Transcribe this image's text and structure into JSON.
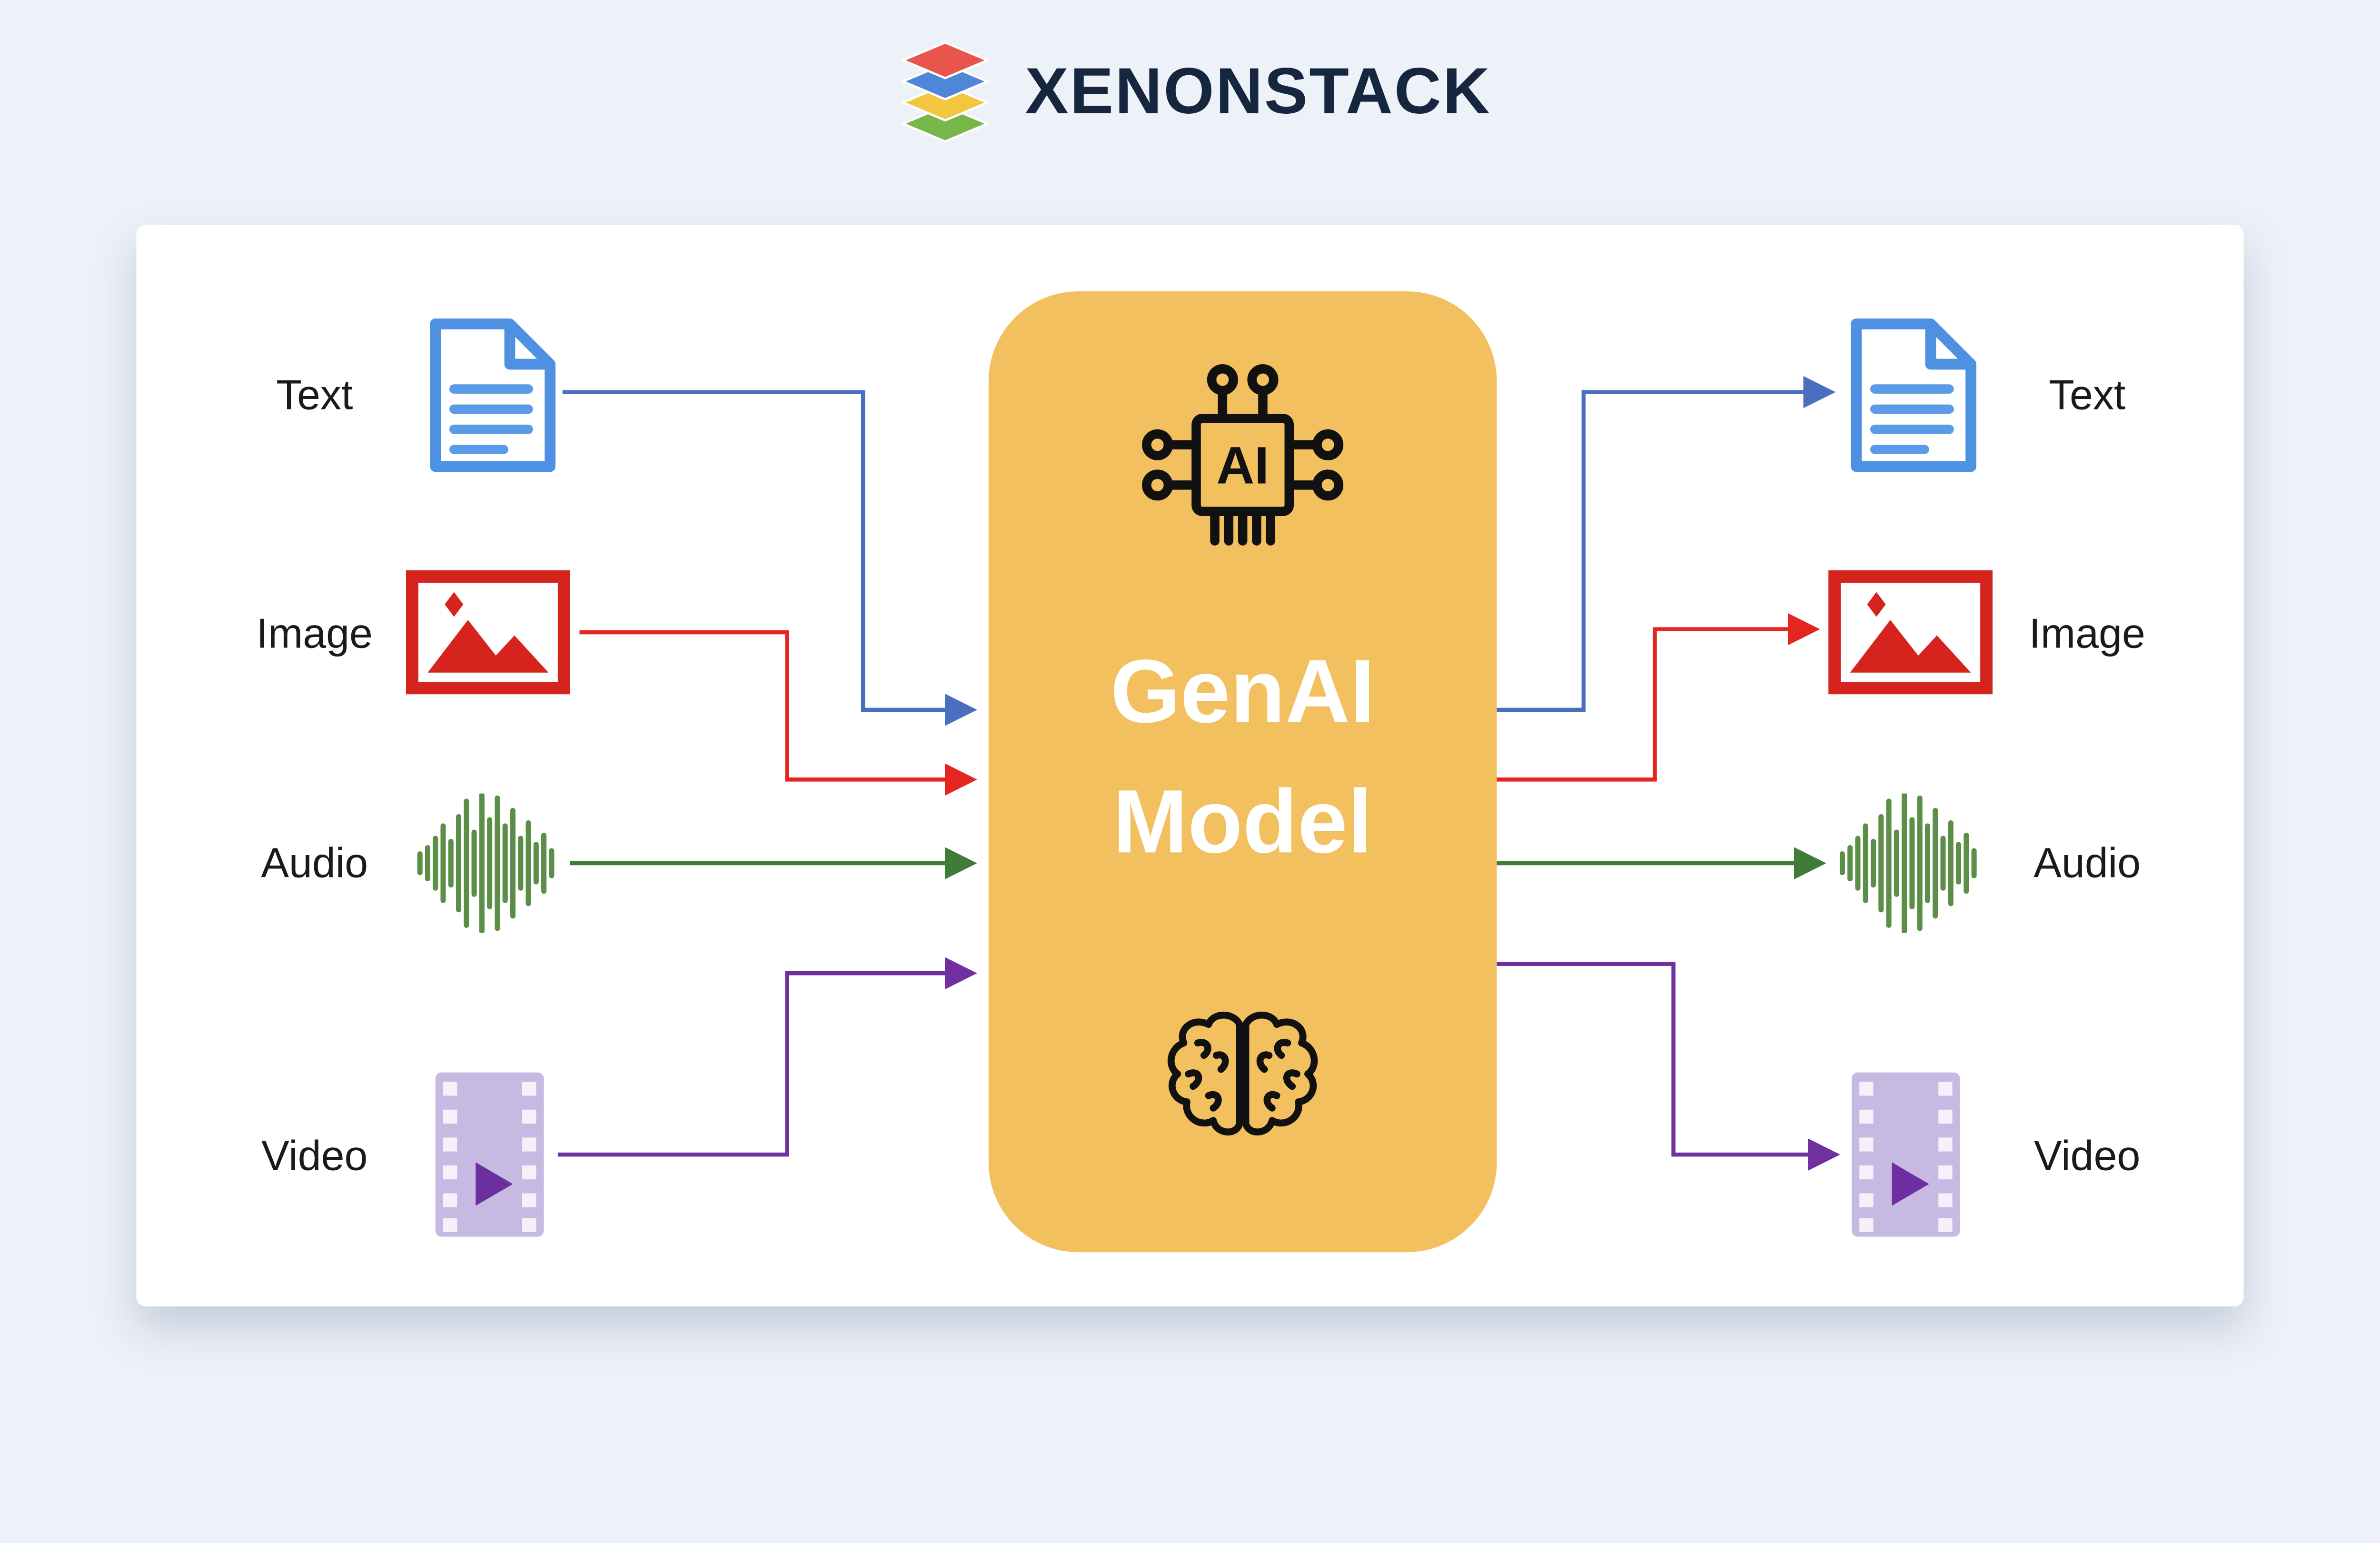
{
  "logo": {
    "text": "XENONSTACK"
  },
  "model": {
    "line1": "GenAI",
    "line2": "Model",
    "chip_label": "AI"
  },
  "inputs": [
    {
      "label": "Text",
      "icon": "document-icon"
    },
    {
      "label": "Image",
      "icon": "image-icon"
    },
    {
      "label": "Audio",
      "icon": "waveform-icon"
    },
    {
      "label": "Video",
      "icon": "film-icon"
    }
  ],
  "outputs": [
    {
      "label": "Text",
      "icon": "document-icon"
    },
    {
      "label": "Image",
      "icon": "image-icon"
    },
    {
      "label": "Audio",
      "icon": "waveform-icon"
    },
    {
      "label": "Video",
      "icon": "film-icon"
    }
  ],
  "colors": {
    "page_bg": "#edf1f8",
    "card_bg": "#ffffff",
    "ink": "#111111",
    "box_orange": "#f2c05e",
    "model_text": "#ffffff",
    "doc_blue": "#4e90e2",
    "doc_blue_light": "#5b9ae6",
    "image_red": "#d7231d",
    "audio_green": "#5b8f47",
    "film_light": "#c7bae2",
    "film_hole": "#f4f1fa",
    "film_dark": "#6d2fa0",
    "arrow_blue": "#4a6fbf",
    "arrow_red": "#e52620",
    "arrow_green": "#3f7c38",
    "arrow_purple": "#7030a0",
    "logo_red": "#e8554d",
    "logo_blue": "#4f86d8",
    "logo_yellow": "#f4c63f",
    "logo_green": "#77b74a",
    "logo_text": "#16263f"
  }
}
